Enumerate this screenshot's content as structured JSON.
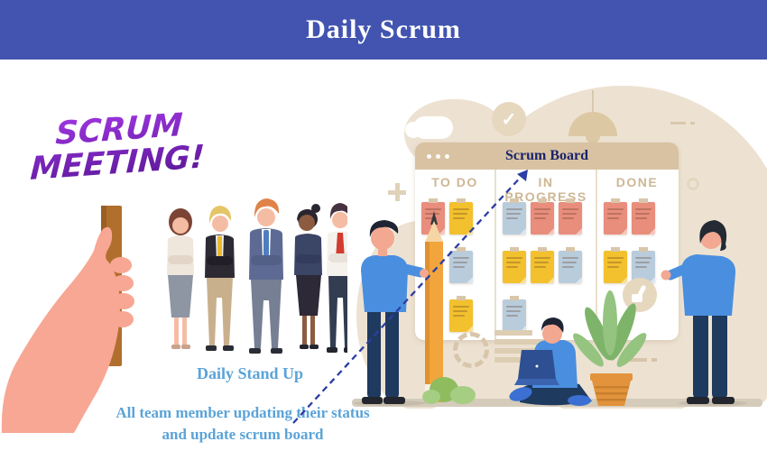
{
  "header": {
    "title": "Daily Scrum"
  },
  "left_panel": {
    "headline": {
      "line1": "SCRUM",
      "line2": "MEETING!"
    },
    "caption": "Daily Stand Up",
    "description": {
      "line1": "All team member updating their status",
      "line2": "and update scrum board"
    }
  },
  "scrum_board": {
    "title": "Scrum Board",
    "columns": [
      {
        "label": "TO DO",
        "rows": [
          [
            "salmon",
            "yellow"
          ],
          [
            "",
            "blue"
          ],
          [
            "",
            "yellow"
          ]
        ]
      },
      {
        "label": "IN PROGRESS",
        "rows": [
          [
            "blue",
            "salmon",
            "salmon"
          ],
          [
            "yellow",
            "yellow",
            "blue"
          ],
          [
            "blue",
            "",
            ""
          ]
        ]
      },
      {
        "label": "DONE",
        "rows": [
          [
            "salmon",
            "salmon"
          ],
          [
            "yellow",
            "blue"
          ]
        ]
      }
    ]
  },
  "colors": {
    "header_bg": "#4254b0",
    "headline_purple_top": "#a136e3",
    "headline_purple_bottom": "#581795",
    "caption_blue": "#5ba3d8",
    "board_header_bg": "#d8c2a2",
    "board_title_navy": "#1a246b",
    "column_label": "#cdb795",
    "note_salmon": "#e98d7c",
    "note_yellow": "#f2c12d",
    "note_blue": "#b9ccdc",
    "arrow_navy": "#2c3ea3"
  }
}
